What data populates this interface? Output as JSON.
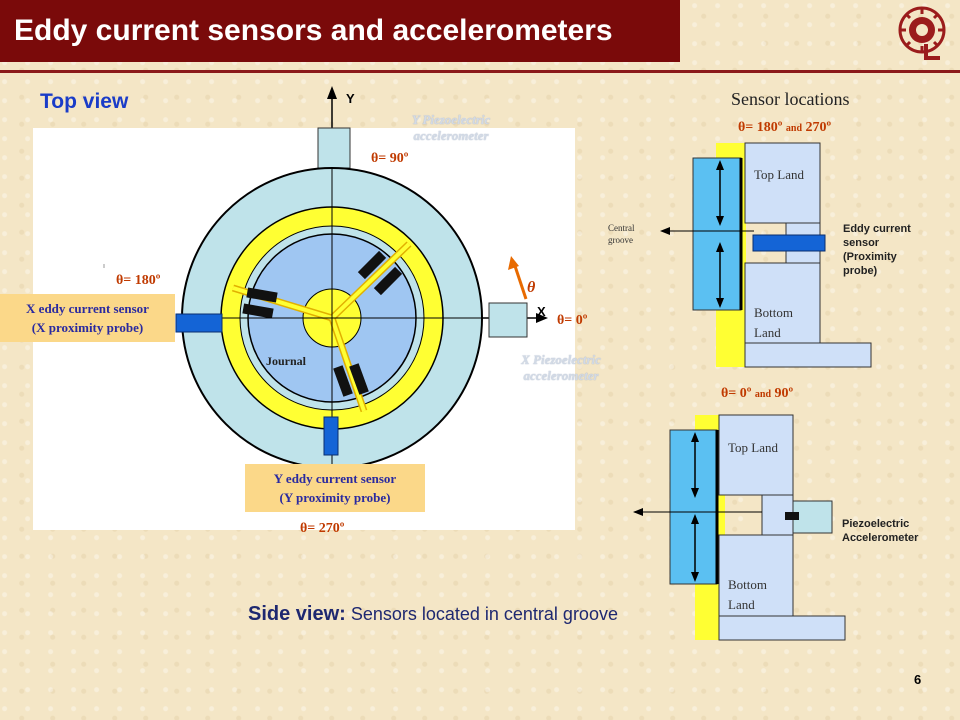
{
  "slide": {
    "title": "Eddy current sensors and accelerometers",
    "page_number": "6"
  },
  "top_view": {
    "label": "Top view",
    "axis_y": "Y",
    "axis_x": "X",
    "theta_symbol": "θ",
    "journal_label": "Journal",
    "angles": {
      "a90": "θ= 90º",
      "a180": "θ= 180º",
      "a0": "θ= 0º",
      "a270": "θ= 270º"
    },
    "x_sensor": {
      "line1": "X eddy current sensor",
      "line2": "(X proximity probe)"
    },
    "y_sensor": {
      "line1": "Y eddy current sensor",
      "line2": "(Y proximity probe)"
    },
    "y_accel": {
      "line1": "Y Piezoelectric",
      "line2": "accelerometer"
    },
    "x_accel": {
      "line1": "X Piezoelectric",
      "line2": "accelerometer"
    }
  },
  "side_view": {
    "caption_bold": "Side view:",
    "caption_rest": " Sensors located in  central groove",
    "sensor_locations": "Sensor locations",
    "upper": {
      "angle_a": "θ= 180º",
      "angle_and": "and",
      "angle_b": "270º",
      "top_land": "Top Land",
      "bottom_land_1": "Bottom",
      "bottom_land_2": "Land",
      "central_1": "Central",
      "central_2": "groove",
      "eddy_1": "Eddy current",
      "eddy_2": "sensor",
      "eddy_3": "(Proximity",
      "eddy_4": "probe)"
    },
    "lower": {
      "angle_a": "θ= 0º",
      "angle_and": "and",
      "angle_b": "90º",
      "top_land": "Top Land",
      "bottom_land_1": "Bottom",
      "bottom_land_2": "Land",
      "piezo_1": "Piezoelectric",
      "piezo_2": "Accelerometer"
    }
  },
  "colors": {
    "title_bg": "#7a0a0a",
    "accent_blue": "#1a3cc8",
    "bearing_outer": "#bfe3ea",
    "yellow": "#ffff33",
    "journal_blue": "#9fc6f2",
    "sensor_blue": "#1464d6",
    "theta_orange": "#c03a00"
  }
}
